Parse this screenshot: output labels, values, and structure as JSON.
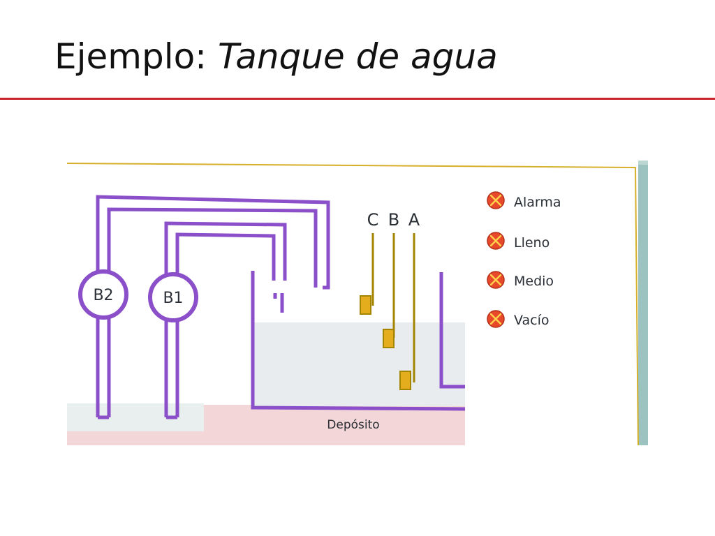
{
  "slide": {
    "title_prefix": "Ejemplo:",
    "title_italic": "Tanque de agua"
  },
  "diagram": {
    "pumps": [
      {
        "label": "B2"
      },
      {
        "label": "B1"
      }
    ],
    "sensors": [
      {
        "label": "C"
      },
      {
        "label": "B"
      },
      {
        "label": "A"
      }
    ],
    "indicators": [
      {
        "label": "Alarma"
      },
      {
        "label": "Lleno"
      },
      {
        "label": "Medio"
      },
      {
        "label": "Vacío"
      }
    ],
    "reservoir_label": "Depósito",
    "colors": {
      "pipe": "#8a4fc9",
      "sensor_wire": "#a38500",
      "sensor_float": "#e3ad1e",
      "indicator": "#e8492b",
      "reservoir": "#f2d6d8",
      "water": "#e8ecee",
      "frame_border": "#d6b02a",
      "frame_shadow": "#9cc3bf",
      "title_rule": "#c8242f"
    }
  }
}
